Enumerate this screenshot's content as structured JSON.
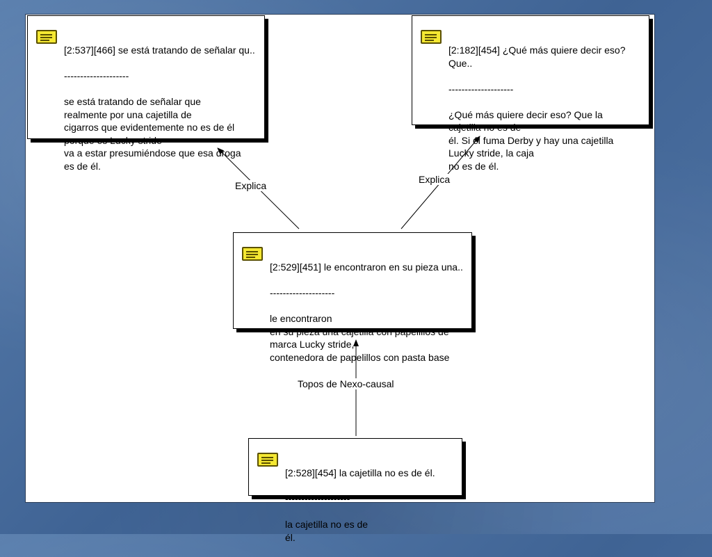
{
  "nodes": {
    "top_left": {
      "header": "[2:537][466] se está tratando de señalar qu..",
      "separator": "--------------------",
      "body": "se está tratando de señalar que\nrealmente por una cajetilla de\ncigarros que evidentemente no es de él\nporque es Lucky stride\nva a estar presumiéndose que esa droga\nes de él."
    },
    "top_right": {
      "header": "[2:182][454] ¿Qué más quiere decir eso? Que..",
      "separator": "--------------------",
      "body": "¿Qué más quiere decir eso? Que la\ncajetilla no es de\nél. Si él fuma Derby y hay una cajetilla\nLucky stride, la caja\nno es de él."
    },
    "middle": {
      "header": "[2:529][451] le encontraron en su pieza una..",
      "separator": "--------------------",
      "body": "le encontraron\nen su pieza una cajetilla con papelillos de\nmarca Lucky stride,\ncontenedora de papelillos con pasta base"
    },
    "bottom": {
      "header": "[2:528][454] la cajetilla no es de él.",
      "separator": "--------------------",
      "body": "la cajetilla no es de\nél."
    }
  },
  "edges": {
    "left_label": "Explica",
    "right_label": "Explica",
    "bottom_label": "Topos de Nexo-causal"
  },
  "icons": {
    "note": "note-icon"
  },
  "colors": {
    "note_fill": "#f5e832",
    "background": "#4a6e9c"
  }
}
